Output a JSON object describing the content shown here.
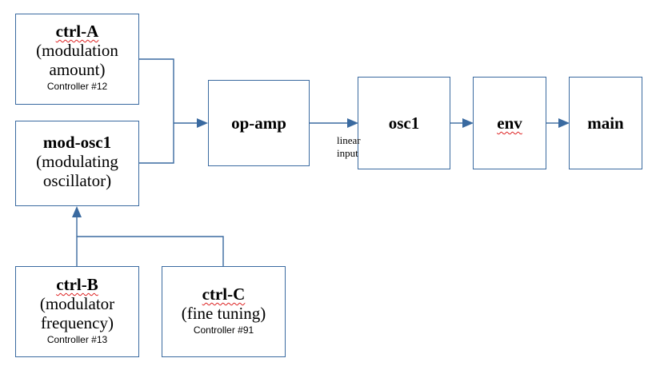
{
  "blocks": {
    "ctrl_a": {
      "title": "ctrl-A",
      "description_lines": [
        "(modulation",
        "amount)"
      ],
      "controller": "Controller #12"
    },
    "mod_osc1": {
      "title": "mod-osc1",
      "description_lines": [
        "(modulating",
        "oscillator)"
      ]
    },
    "ctrl_b": {
      "title": "ctrl-B",
      "description_lines": [
        "(modulator",
        "frequency)"
      ],
      "controller": "Controller #13"
    },
    "ctrl_c": {
      "title": "ctrl-C",
      "description_lines": [
        "(fine tuning)"
      ],
      "controller": "Controller #91"
    },
    "op_amp": {
      "title": "op-amp"
    },
    "osc1": {
      "title": "osc1",
      "input_label_lines": [
        "linear",
        "input"
      ]
    },
    "env": {
      "title": "env"
    },
    "main": {
      "title": "main"
    }
  },
  "colors": {
    "line": "#3a6aa0",
    "border": "#3a6aa0",
    "spellcheck": "#d22"
  }
}
